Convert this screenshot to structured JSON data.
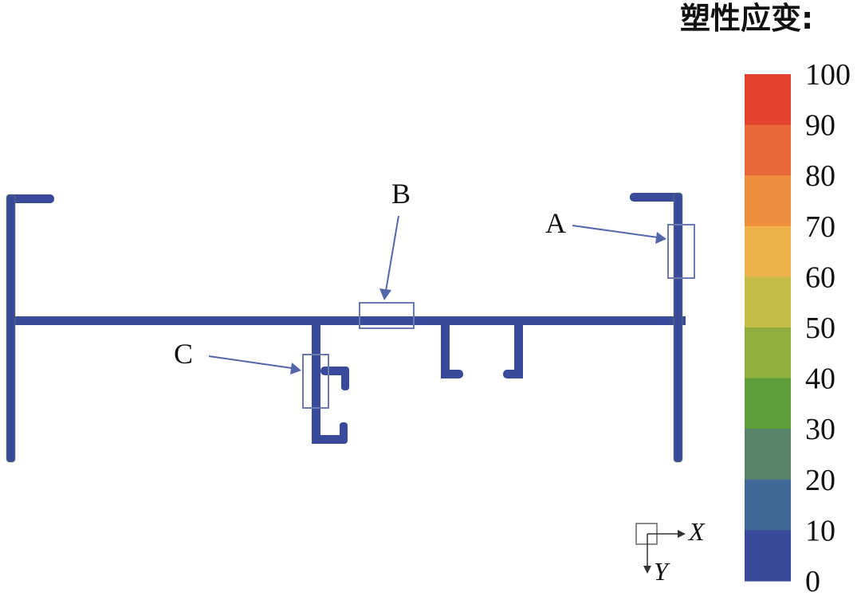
{
  "legend": {
    "title": "塑性应变:",
    "ticks": [
      "100",
      "90",
      "80",
      "70",
      "60",
      "50",
      "40",
      "30",
      "20",
      "10",
      "0"
    ],
    "bands_top_to_bottom": [
      "#e2412d",
      "#e8683a",
      "#ef8f3e",
      "#edb24a",
      "#c4bc47",
      "#8fae3c",
      "#5f9f3a",
      "#5a8268",
      "#3f6896",
      "#3a4a9a"
    ]
  },
  "regions": [
    {
      "label": "A"
    },
    {
      "label": "B"
    },
    {
      "label": "C"
    }
  ],
  "axes": {
    "x_label": "X",
    "y_label": "Y"
  },
  "colors": {
    "profile": "#3a4a9a",
    "box": "#6a7ab0",
    "arrow": "#5466a8"
  }
}
